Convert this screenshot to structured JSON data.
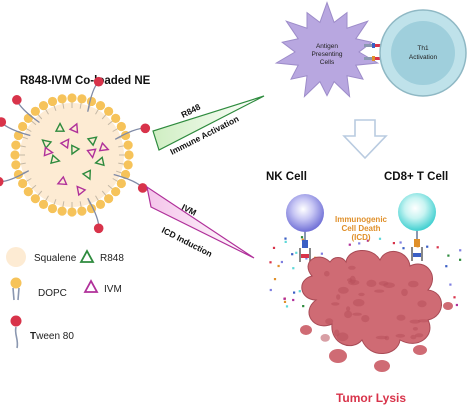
{
  "nanoemulsion": {
    "title": "R848-IVM Co-loaded NE"
  },
  "legend": {
    "squalene": "Squalene",
    "r848": "R848",
    "dopc": "DOPC",
    "ivm": "IVM",
    "tween_prefix": "T",
    "tween_rest": "ween 80"
  },
  "arrows": {
    "r848_drug": "R848",
    "r848_effect": "Immune Activation",
    "ivm_drug": "IVM",
    "ivm_effect": "ICD Induction"
  },
  "cells": {
    "apc_line1": "Antigen",
    "apc_line2": "Presenting",
    "apc_line3": "Cells",
    "th1_line1": "Th1",
    "th1_line2": "Activation",
    "nk": "NK Cell",
    "cd8": "CD8+ T Cell"
  },
  "icd": {
    "line1": "Immunogenic",
    "line2": "Cell Death",
    "line3": "(ICD)"
  },
  "tumor": {
    "label": "Tumor Lysis"
  },
  "colors": {
    "core": "#fdebd3",
    "lipid_head": "#f6c35a",
    "tween_head": "#d8334a",
    "r848": "#2e8b3e",
    "ivm": "#b0309a",
    "apc": "#b8a7e0",
    "th1": "#bfe2ea",
    "tumor": "#cf6b74",
    "nk": "#7f7fe0",
    "cd8": "#5ed8d8",
    "icd_text": "#e0902a"
  }
}
